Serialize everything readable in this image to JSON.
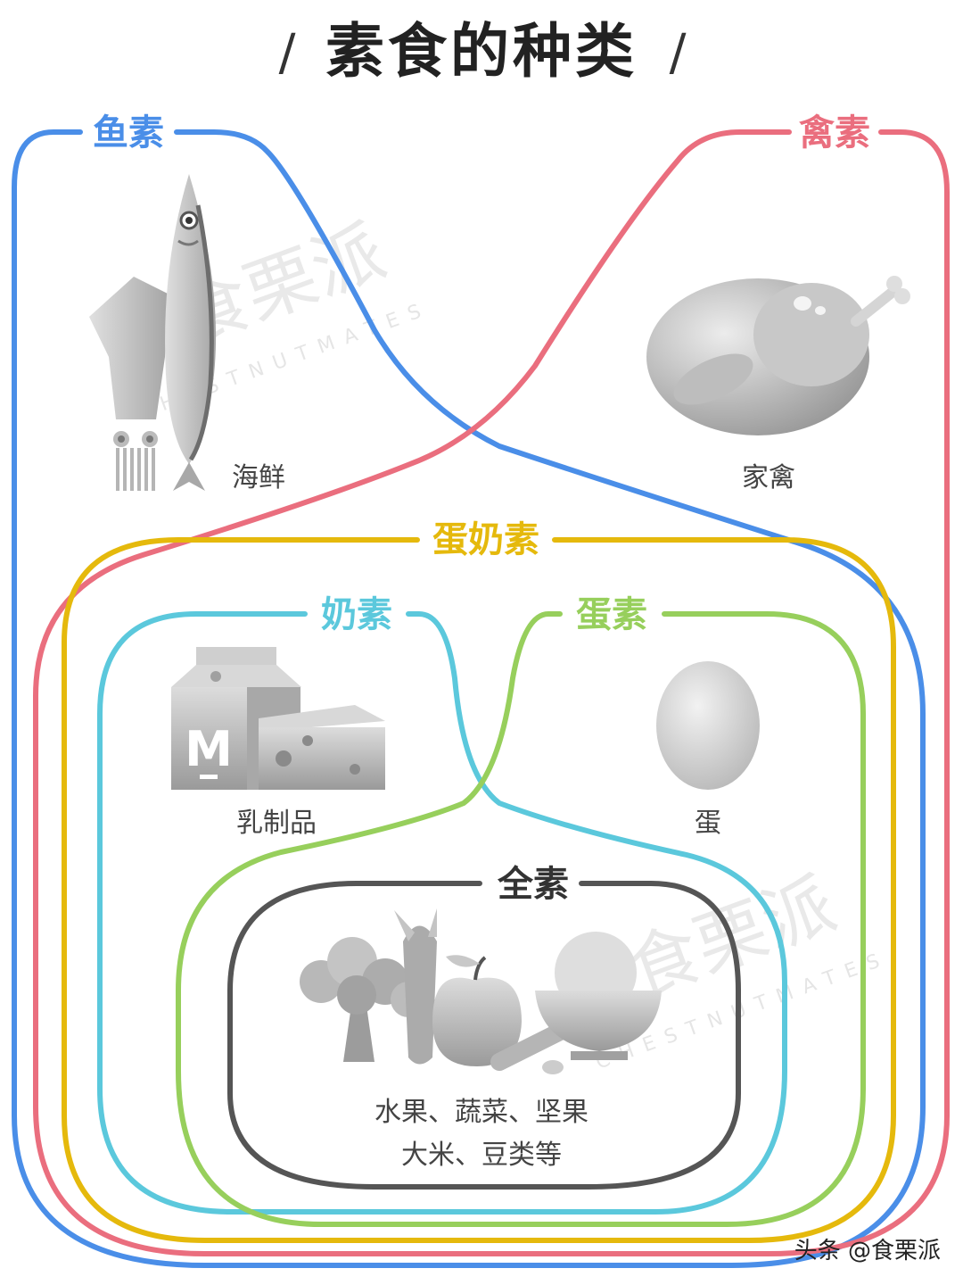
{
  "title": "素食的种类",
  "title_slash": "/",
  "categories": {
    "fish": {
      "label": "鱼素",
      "color": "#4a8ee8"
    },
    "poultry": {
      "label": "禽素",
      "color": "#ea6e7e"
    },
    "ovo_lacto": {
      "label": "蛋奶素",
      "color": "#e5b90c"
    },
    "lacto": {
      "label": "奶素",
      "color": "#5bc8dc"
    },
    "ovo": {
      "label": "蛋素",
      "color": "#97cf5c"
    },
    "vegan": {
      "label": "全素",
      "color": "#555555"
    }
  },
  "items": {
    "seafood": "海鲜",
    "poultry": "家禽",
    "dairy": "乳制品",
    "egg": "蛋",
    "vegan_line1": "水果、蔬菜、坚果",
    "vegan_line2": "大米、豆类等"
  },
  "icons": [
    "squid-icon",
    "fish-icon",
    "roast-chicken-icon",
    "milk-carton-icon",
    "cheese-icon",
    "egg-icon",
    "broccoli-icon",
    "carrot-icon",
    "apple-icon",
    "beans-icon",
    "rice-bowl-icon"
  ],
  "watermark": {
    "cn": "食栗派",
    "en": "CHESTNUTMATES"
  },
  "footer": "头条 @食栗派"
}
